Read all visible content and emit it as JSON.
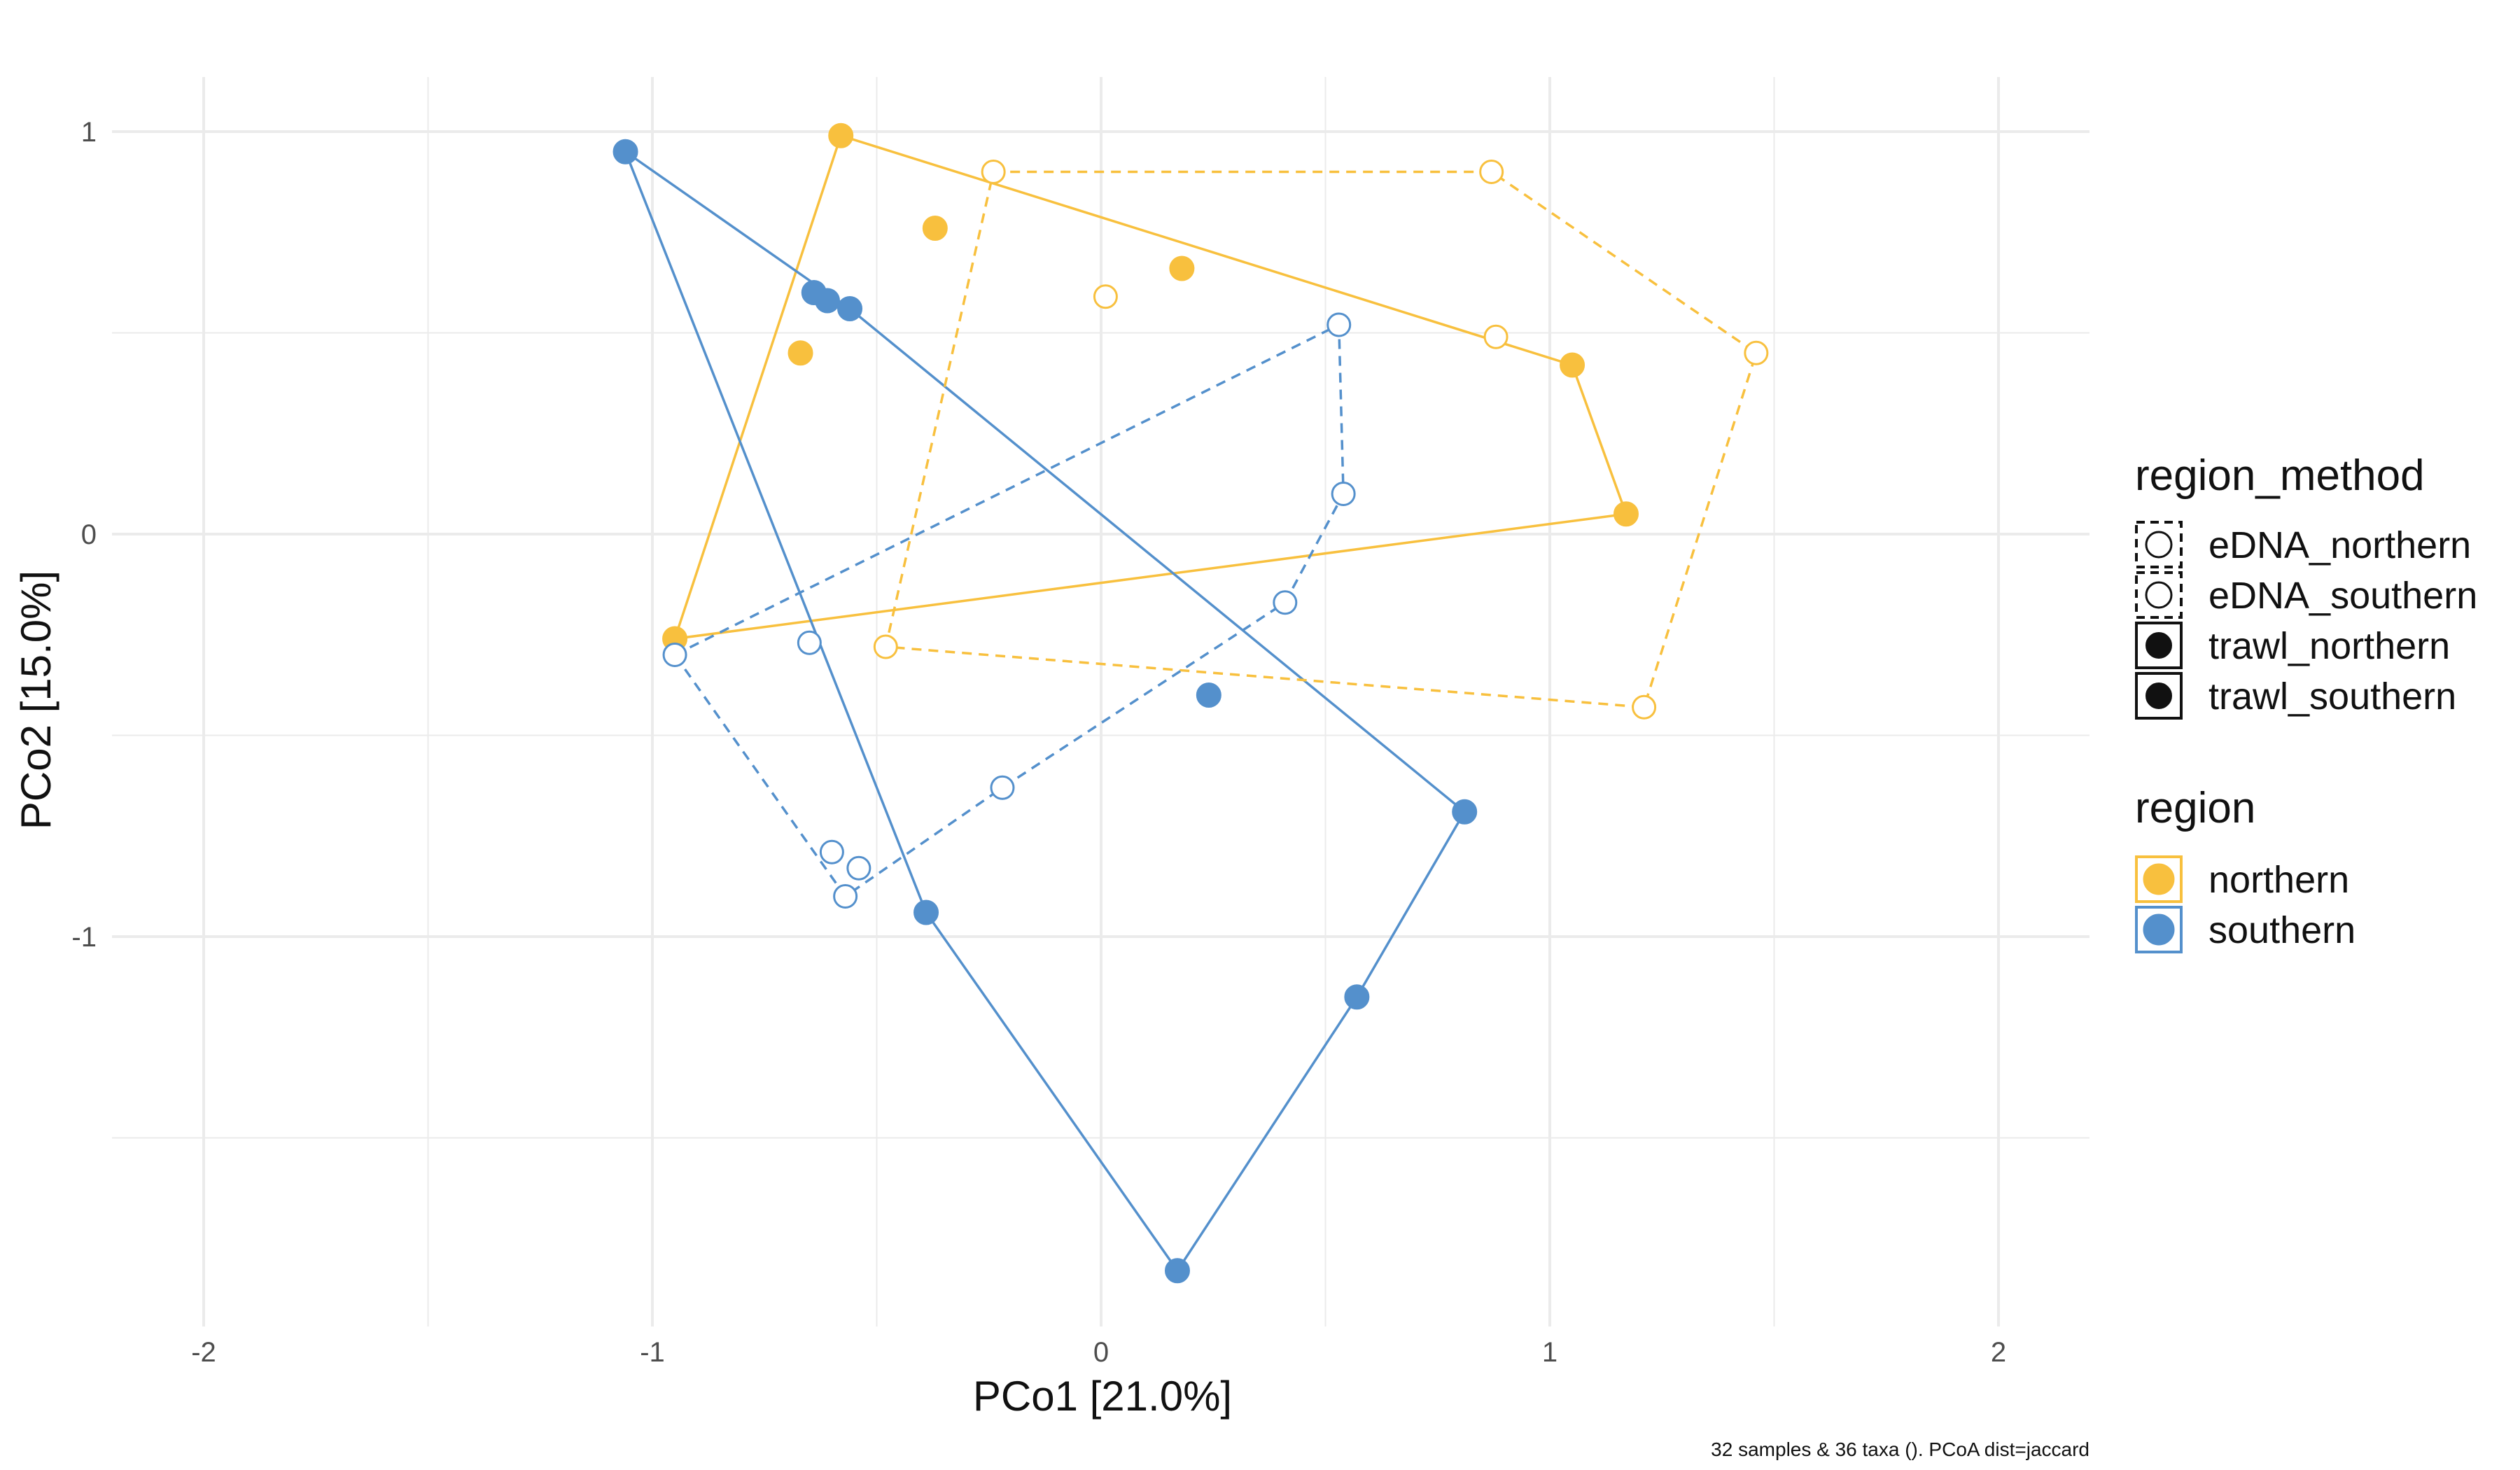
{
  "chart_data": {
    "type": "scatter",
    "title": "",
    "caption": "32 samples & 36 taxa (). PCoA dist=jaccard",
    "xlabel": "PCo1 [21.0%]",
    "ylabel": "PCo2 [15.0%]",
    "xlim": [
      -2.2,
      2.2
    ],
    "ylim": [
      -1.95,
      1.1
    ],
    "xticks": [
      -2,
      -1,
      0,
      1,
      2
    ],
    "xtick_labels": [
      "-2",
      "-1",
      "0",
      "1",
      "2"
    ],
    "yticks": [
      -1,
      0,
      1
    ],
    "ytick_labels": [
      "-1",
      "0",
      "1"
    ],
    "grid": true,
    "colors": {
      "northern": "#F8C03E",
      "southern": "#5490CC",
      "grid": "#EBEBEB"
    },
    "legend": {
      "placement": "right",
      "region_method": {
        "title": "region_method",
        "items": [
          {
            "label": "eDNA_northern",
            "shape": "open-circle",
            "box": "dashed"
          },
          {
            "label": "eDNA_southern",
            "shape": "open-circle",
            "box": "dashed"
          },
          {
            "label": "trawl_northern",
            "shape": "filled-circle",
            "box": "solid"
          },
          {
            "label": "trawl_southern",
            "shape": "filled-circle",
            "box": "solid"
          }
        ]
      },
      "region": {
        "title": "region",
        "items": [
          {
            "label": "northern",
            "color": "#F8C03E"
          },
          {
            "label": "southern",
            "color": "#5490CC"
          }
        ]
      }
    },
    "series": [
      {
        "group": "trawl_northern",
        "region": "northern",
        "method": "trawl",
        "points": [
          [
            -0.58,
            0.99
          ],
          [
            -0.37,
            0.76
          ],
          [
            0.18,
            0.66
          ],
          [
            -0.67,
            0.45
          ],
          [
            1.05,
            0.42
          ],
          [
            1.17,
            0.05
          ],
          [
            -0.95,
            -0.26
          ]
        ],
        "hull": [
          [
            -0.58,
            0.99
          ],
          [
            1.05,
            0.42
          ],
          [
            1.17,
            0.05
          ],
          [
            -0.95,
            -0.26
          ]
        ]
      },
      {
        "group": "trawl_southern",
        "region": "southern",
        "method": "trawl",
        "points": [
          [
            -1.06,
            0.95
          ],
          [
            -0.64,
            0.6
          ],
          [
            -0.61,
            0.58
          ],
          [
            -0.56,
            0.56
          ],
          [
            0.24,
            -0.4
          ],
          [
            0.81,
            -0.69
          ],
          [
            -0.39,
            -0.94
          ],
          [
            0.57,
            -1.15
          ],
          [
            0.17,
            -1.83
          ]
        ],
        "hull": [
          [
            -1.06,
            0.95
          ],
          [
            -0.56,
            0.56
          ],
          [
            0.81,
            -0.69
          ],
          [
            0.57,
            -1.15
          ],
          [
            0.17,
            -1.83
          ],
          [
            -0.39,
            -0.94
          ]
        ]
      },
      {
        "group": "eDNA_northern",
        "region": "northern",
        "method": "eDNA",
        "points": [
          [
            -0.24,
            0.9
          ],
          [
            0.87,
            0.9
          ],
          [
            0.01,
            0.59
          ],
          [
            0.88,
            0.49
          ],
          [
            1.46,
            0.45
          ],
          [
            -0.48,
            -0.28
          ],
          [
            1.21,
            -0.43
          ]
        ],
        "hull": [
          [
            -0.24,
            0.9
          ],
          [
            0.87,
            0.9
          ],
          [
            1.46,
            0.45
          ],
          [
            1.21,
            -0.43
          ],
          [
            -0.48,
            -0.28
          ]
        ]
      },
      {
        "group": "eDNA_southern",
        "region": "southern",
        "method": "eDNA",
        "points": [
          [
            0.53,
            0.52
          ],
          [
            0.54,
            0.1
          ],
          [
            0.41,
            -0.17
          ],
          [
            -0.65,
            -0.27
          ],
          [
            -0.95,
            -0.3
          ],
          [
            -0.22,
            -0.63
          ],
          [
            -0.6,
            -0.79
          ],
          [
            -0.54,
            -0.83
          ],
          [
            -0.57,
            -0.9
          ]
        ],
        "hull": [
          [
            -0.95,
            -0.3
          ],
          [
            0.53,
            0.52
          ],
          [
            0.54,
            0.1
          ],
          [
            0.41,
            -0.17
          ],
          [
            -0.22,
            -0.63
          ],
          [
            -0.57,
            -0.9
          ]
        ]
      }
    ]
  }
}
